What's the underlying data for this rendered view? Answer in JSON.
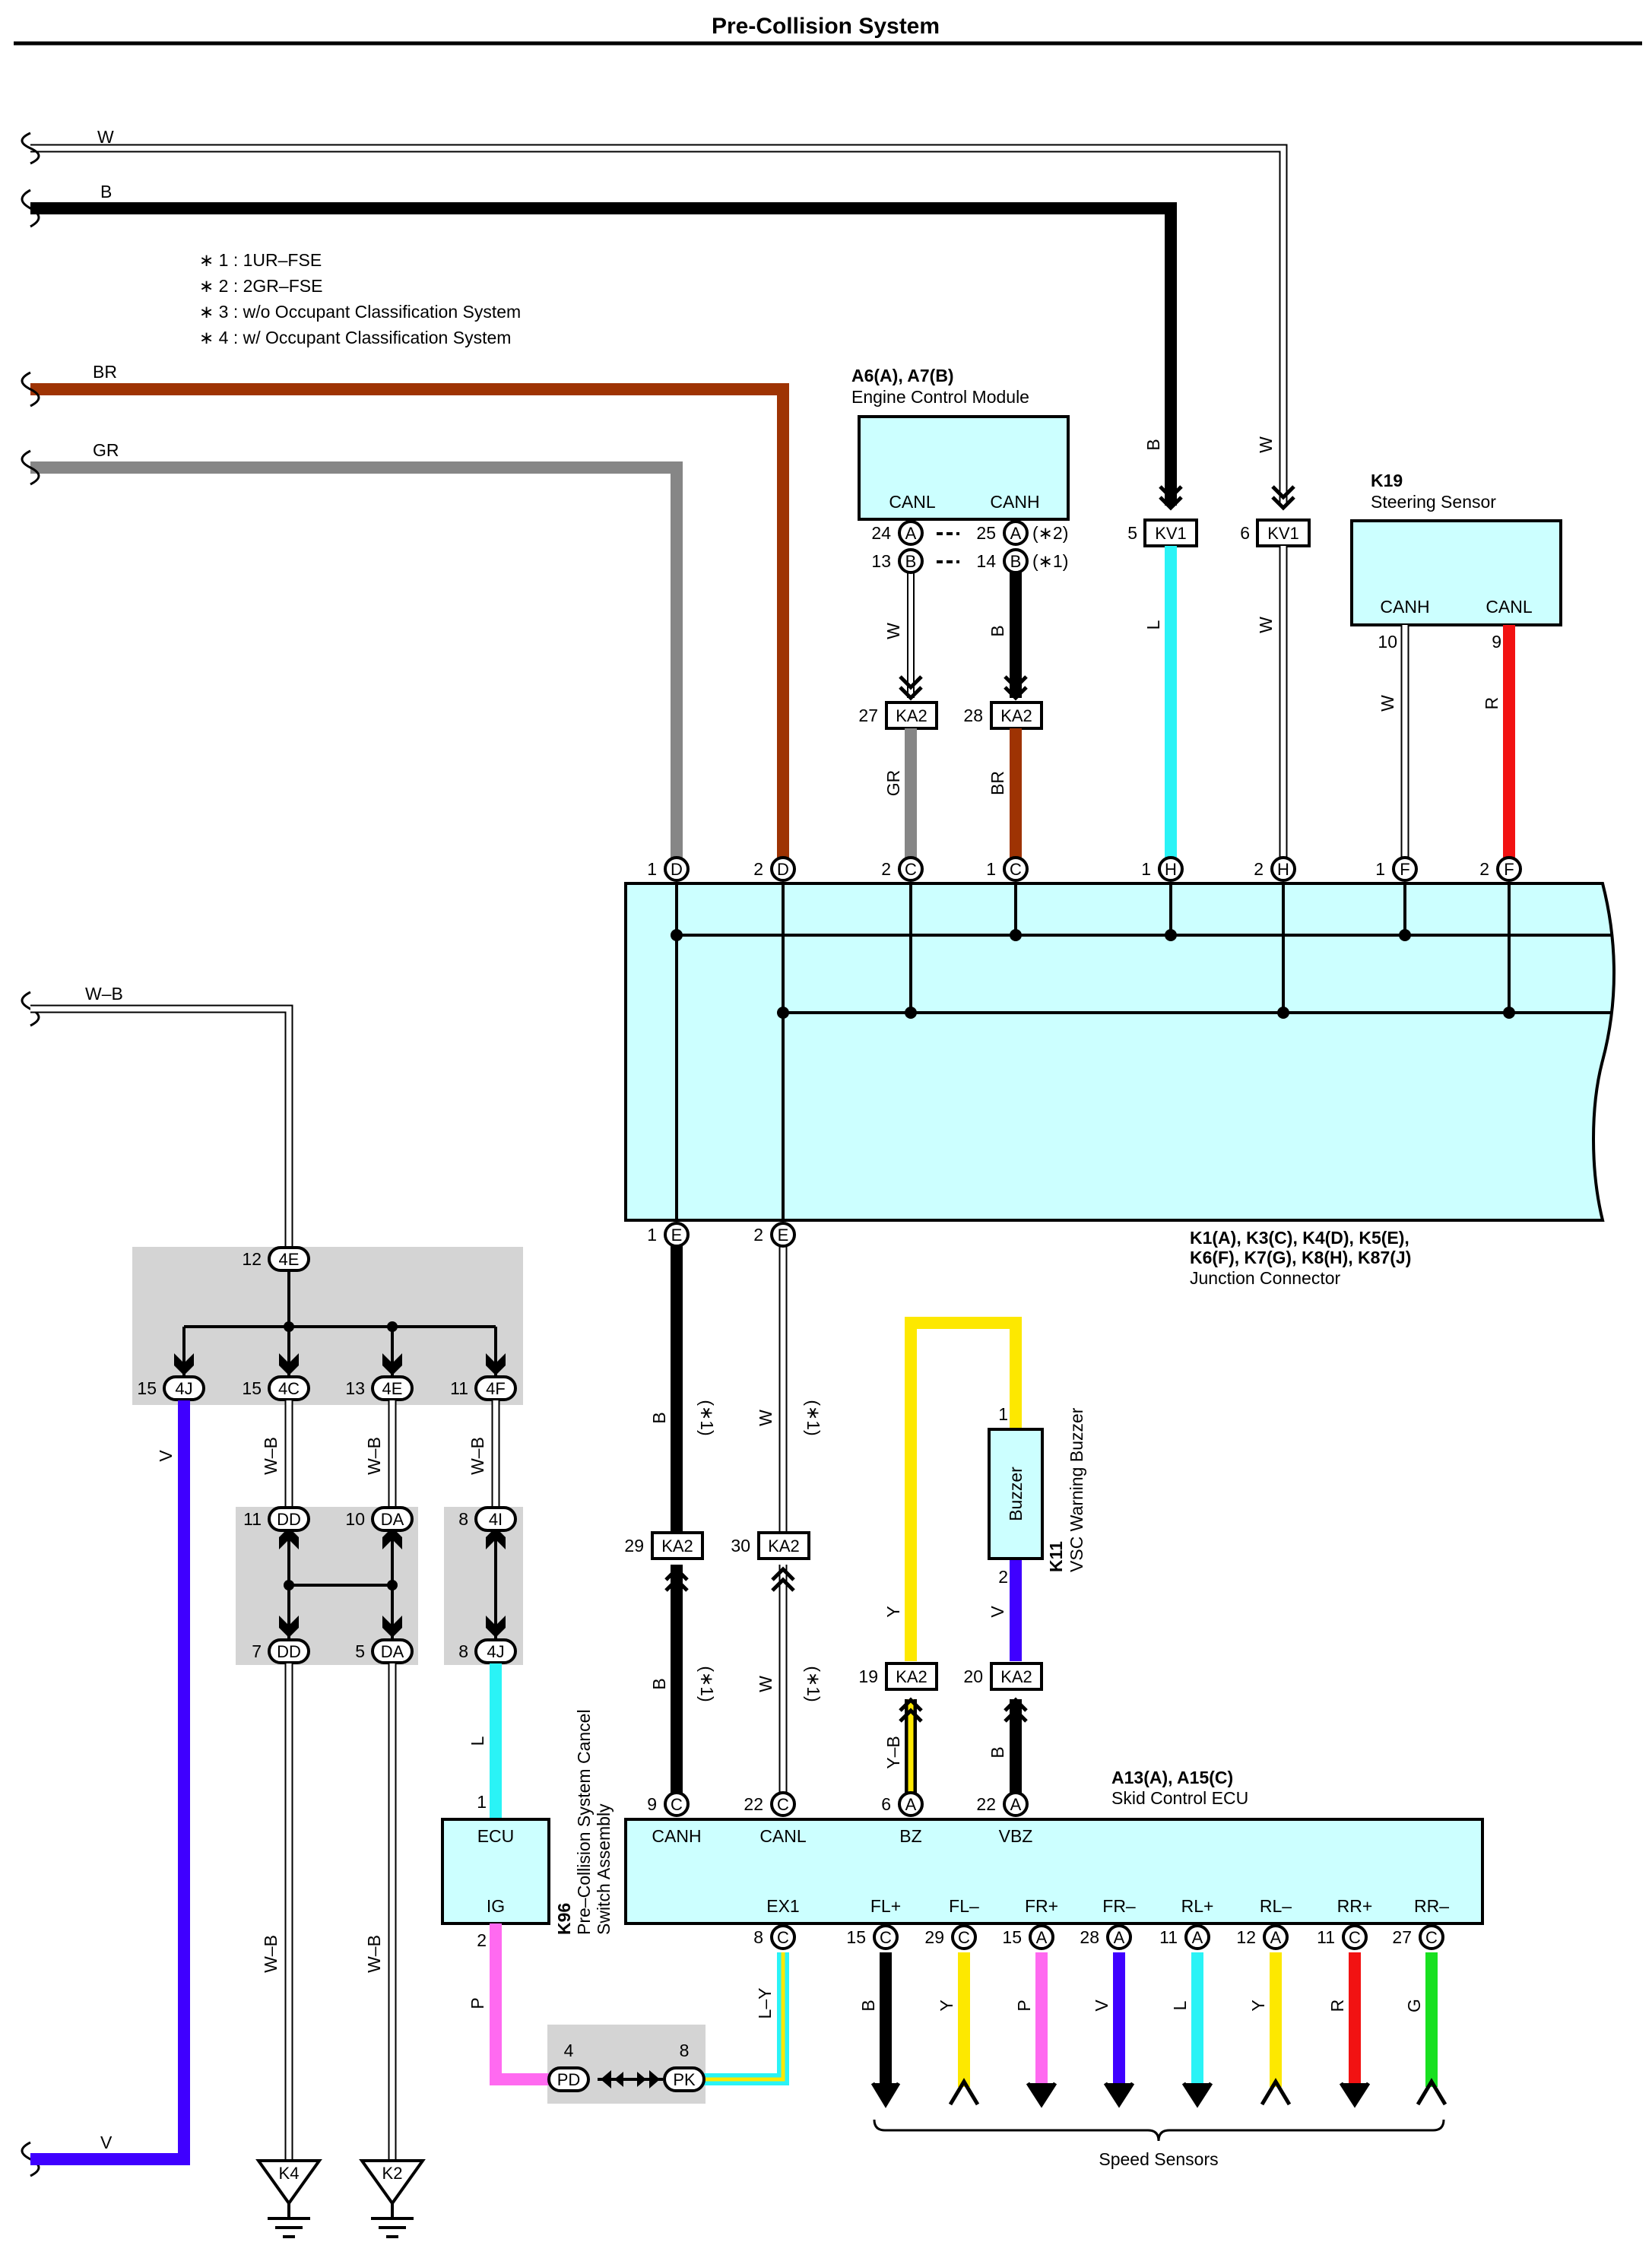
{
  "title": "Pre-Collision System",
  "notes": [
    "∗ 1 : 1UR–FSE",
    "∗ 2 : 2GR–FSE",
    "∗ 3 : w/o Occupant Classification System",
    "∗ 4 : w/ Occupant Classification System"
  ],
  "colors": {
    "W": "#ffffff",
    "B": "#000000",
    "BR": "#9e3303",
    "GR": "#868686",
    "L": "#2af3f6",
    "R": "#f21212",
    "Y": "#fde800",
    "V": "#3f00ff",
    "P": "#ff6af0",
    "G": "#18e020",
    "component_fill": "#ccffff",
    "splice_fill": "#d4d4d4"
  },
  "left_wires": [
    {
      "code": "W"
    },
    {
      "code": "B"
    },
    {
      "code": "BR"
    },
    {
      "code": "GR"
    },
    {
      "code": "W–B"
    },
    {
      "code": "V"
    }
  ],
  "ecm": {
    "id": "A6(A), A7(B)",
    "name": "Engine Control Module",
    "pins": [
      "CANL",
      "CANH"
    ],
    "terminals": [
      {
        "pin": "24",
        "code": "A"
      },
      {
        "pin": "25",
        "code": "A",
        "note": "(∗2)"
      },
      {
        "pin": "13",
        "code": "B"
      },
      {
        "pin": "14",
        "code": "B",
        "note": "(∗1)"
      }
    ],
    "wires": [
      "W",
      "B"
    ]
  },
  "kv1": [
    {
      "pin": "5",
      "label": "KV1",
      "wire": "B",
      "wire_out": "L"
    },
    {
      "pin": "6",
      "label": "KV1",
      "wire": "W",
      "wire_out": "W"
    }
  ],
  "ka2_top": [
    {
      "pin": "27",
      "label": "KA2",
      "wire_out": "GR"
    },
    {
      "pin": "28",
      "label": "KA2",
      "wire_out": "BR"
    }
  ],
  "steering": {
    "id": "K19",
    "name": "Steering Sensor",
    "pins": [
      "CANH",
      "CANL"
    ],
    "terminals": [
      {
        "pin": "10",
        "wire": "W"
      },
      {
        "pin": "9",
        "wire": "R"
      }
    ]
  },
  "jc_top": [
    {
      "pin": "1",
      "code": "D"
    },
    {
      "pin": "2",
      "code": "D"
    },
    {
      "pin": "2",
      "code": "C"
    },
    {
      "pin": "1",
      "code": "C"
    },
    {
      "pin": "1",
      "code": "H"
    },
    {
      "pin": "2",
      "code": "H"
    },
    {
      "pin": "1",
      "code": "F"
    },
    {
      "pin": "2",
      "code": "F"
    }
  ],
  "jc_bottom": [
    {
      "pin": "1",
      "code": "E"
    },
    {
      "pin": "2",
      "code": "E"
    }
  ],
  "junction": {
    "id_line1": "K1(A), K3(C), K4(D), K5(E),",
    "id_line2": "K6(F), K7(G), K8(H), K87(J)",
    "name": "Junction Connector"
  },
  "splices": {
    "top": {
      "pin": "12",
      "code": "4E"
    },
    "outs": [
      {
        "pin": "15",
        "code": "4J"
      },
      {
        "pin": "15",
        "code": "4C"
      },
      {
        "pin": "13",
        "code": "4E"
      },
      {
        "pin": "11",
        "code": "4F"
      }
    ],
    "mid_top": [
      {
        "pin": "11",
        "code": "DD"
      },
      {
        "pin": "10",
        "code": "DA"
      },
      {
        "pin": "8",
        "code": "4I"
      }
    ],
    "mid_bot": [
      {
        "pin": "7",
        "code": "DD"
      },
      {
        "pin": "5",
        "code": "DA"
      },
      {
        "pin": "8",
        "code": "4J"
      }
    ],
    "bottom": [
      {
        "pin": "4",
        "code": "PD"
      },
      {
        "pin": "8",
        "code": "PK"
      }
    ]
  },
  "grounds": [
    "K4",
    "K2"
  ],
  "can_wires": {
    "canh": "B",
    "canl": "W",
    "note": "(∗1)"
  },
  "ka2_mid": [
    {
      "pin": "29",
      "label": "KA2"
    },
    {
      "pin": "30",
      "label": "KA2"
    }
  ],
  "ka2_low": [
    {
      "pin": "19",
      "label": "KA2"
    },
    {
      "pin": "20",
      "label": "KA2"
    }
  ],
  "buzzer": {
    "id": "K11",
    "name": "VSC Warning Buzzer",
    "label": "Buzzer",
    "pins": [
      "1",
      "2"
    ],
    "wire_in": "Y",
    "wire_out": "V"
  },
  "switch": {
    "id": "K96",
    "name_line1": "Pre–Collision System Cancel",
    "name_line2": "Switch Assembly",
    "pins": [
      "ECU",
      "IG"
    ],
    "terminals": [
      "1",
      "2"
    ],
    "wire_in": "L",
    "wire_out": "P"
  },
  "skid": {
    "id": "A13(A), A15(C)",
    "name": "Skid Control ECU",
    "top_pins": [
      {
        "pin": "9",
        "code": "C",
        "label": "CANH"
      },
      {
        "pin": "22",
        "code": "C",
        "label": "CANL"
      },
      {
        "pin": "6",
        "code": "A",
        "label": "BZ"
      },
      {
        "pin": "22",
        "code": "A",
        "label": "VBZ"
      }
    ],
    "top_wires": [
      "Y–B",
      "B"
    ],
    "bottom_pins": [
      {
        "pin": "8",
        "code": "C",
        "label": "EX1",
        "wire": "L–Y"
      },
      {
        "pin": "15",
        "code": "C",
        "label": "FL+",
        "wire": "B"
      },
      {
        "pin": "29",
        "code": "C",
        "label": "FL–",
        "wire": "Y"
      },
      {
        "pin": "15",
        "code": "A",
        "label": "FR+",
        "wire": "P"
      },
      {
        "pin": "28",
        "code": "A",
        "label": "FR–",
        "wire": "V"
      },
      {
        "pin": "11",
        "code": "A",
        "label": "RL+",
        "wire": "L"
      },
      {
        "pin": "12",
        "code": "A",
        "label": "RL–",
        "wire": "Y"
      },
      {
        "pin": "11",
        "code": "C",
        "label": "RR+",
        "wire": "R"
      },
      {
        "pin": "27",
        "code": "C",
        "label": "RR–",
        "wire": "G"
      }
    ]
  },
  "speed_sensors": "Speed Sensors"
}
